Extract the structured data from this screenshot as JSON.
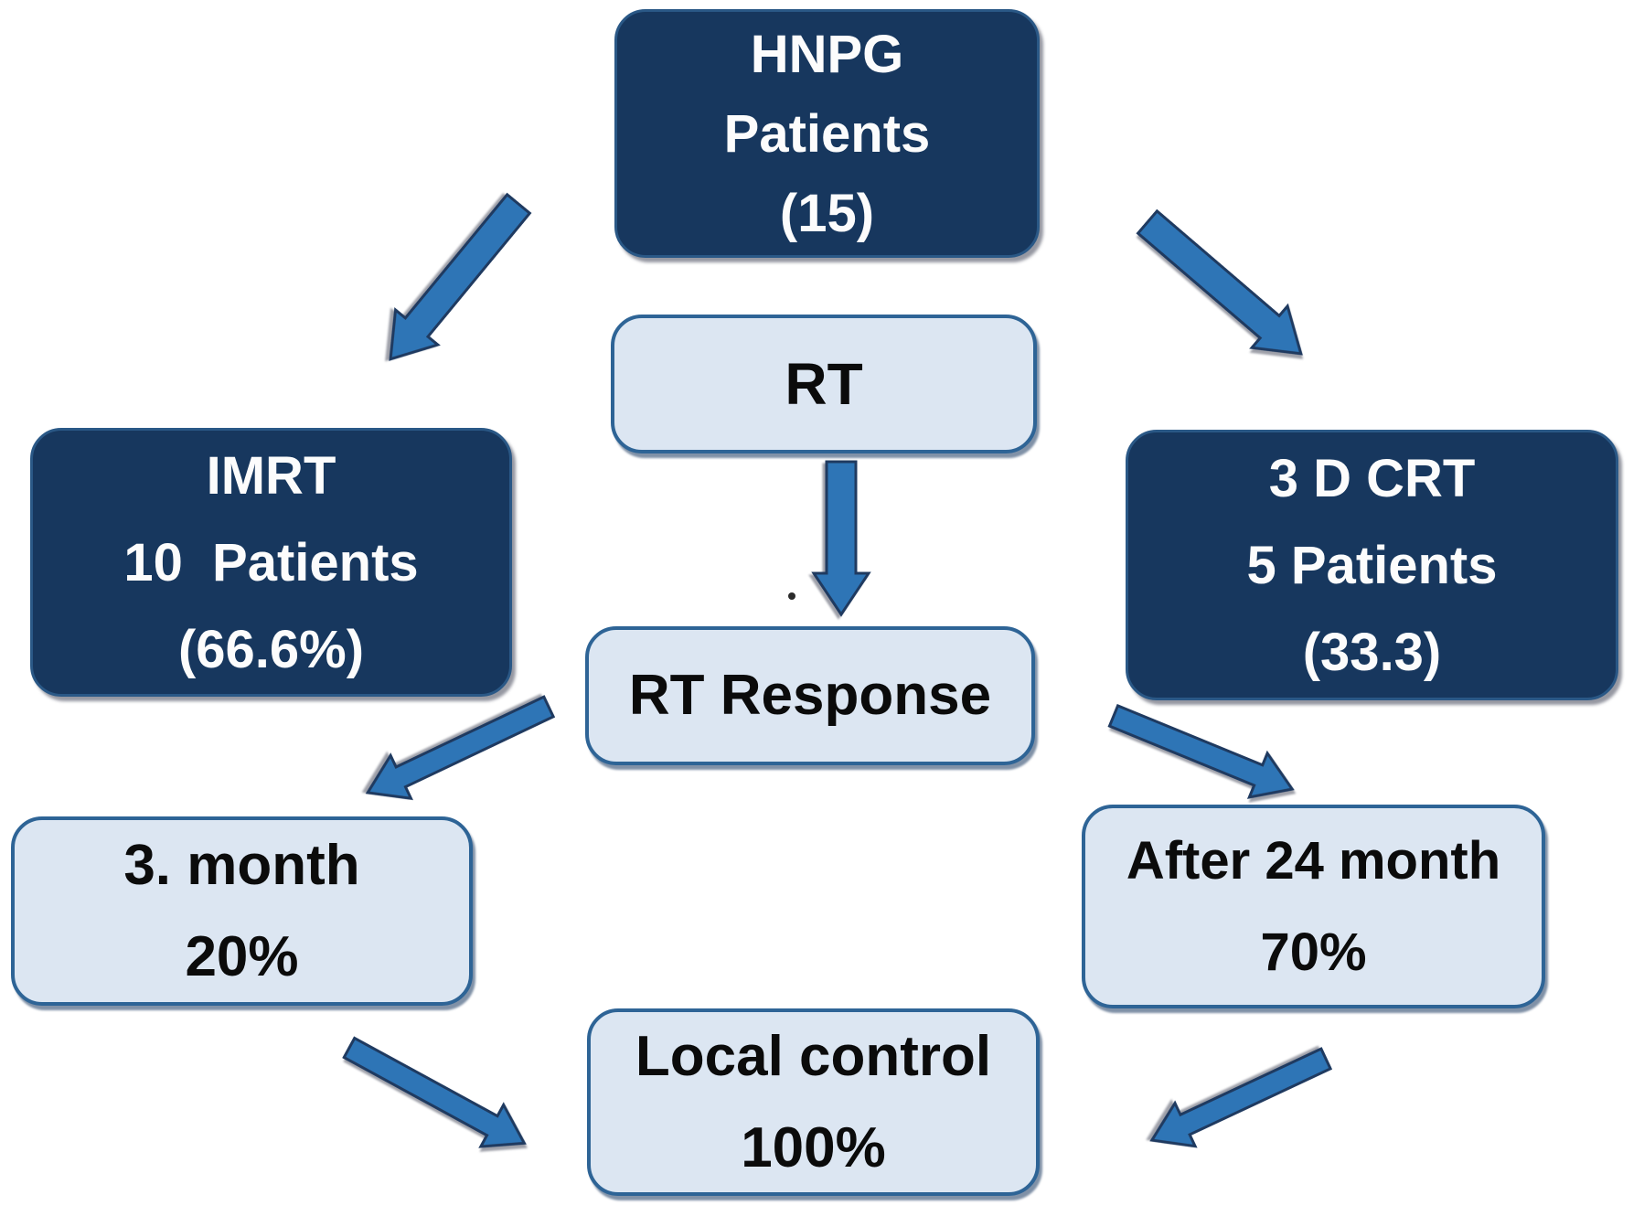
{
  "colors": {
    "background": "#FFFFFF",
    "dark_box_fill": "#17375E",
    "dark_box_border": "#2A5886",
    "dark_box_text": "#FCFCFC",
    "light_box_fill": "#DCE6F2",
    "light_box_border": "#2E6496",
    "light_box_text": "#0B0B0B",
    "arrow_fill": "#2E75B6",
    "arrow_outline": "#1F3A60"
  },
  "nodes": {
    "hnpg": {
      "line1": "HNPG",
      "line2": "Patients",
      "line3": "(15)"
    },
    "rt": {
      "line1": "RT"
    },
    "imrt": {
      "line1": "IMRT",
      "line2": "10  Patients",
      "line3": "(66.6%)"
    },
    "crt3d": {
      "line1": "3 D CRT",
      "line2": "5 Patients",
      "line3": "(33.3)"
    },
    "rt_response": {
      "line1": "RT Response"
    },
    "month3": {
      "line1": "3. month",
      "line2": "20%"
    },
    "after24": {
      "line1": "After 24 month",
      "line2": "70%"
    },
    "local_control": {
      "line1": "Local control",
      "line2": "100%"
    }
  },
  "edges": [
    {
      "from": "HNPG Patients (15)",
      "to": "IMRT 10 Patients (66.6%)"
    },
    {
      "from": "HNPG Patients (15)",
      "to": "3 D CRT 5 Patients (33.3)"
    },
    {
      "from": "RT",
      "to": "RT Response"
    },
    {
      "from": "RT Response",
      "to": "3. month 20%"
    },
    {
      "from": "RT Response",
      "to": "After 24 month 70%"
    },
    {
      "from": "3. month 20%",
      "to": "Local control 100%"
    },
    {
      "from": "After 24 month 70%",
      "to": "Local control 100%"
    }
  ]
}
